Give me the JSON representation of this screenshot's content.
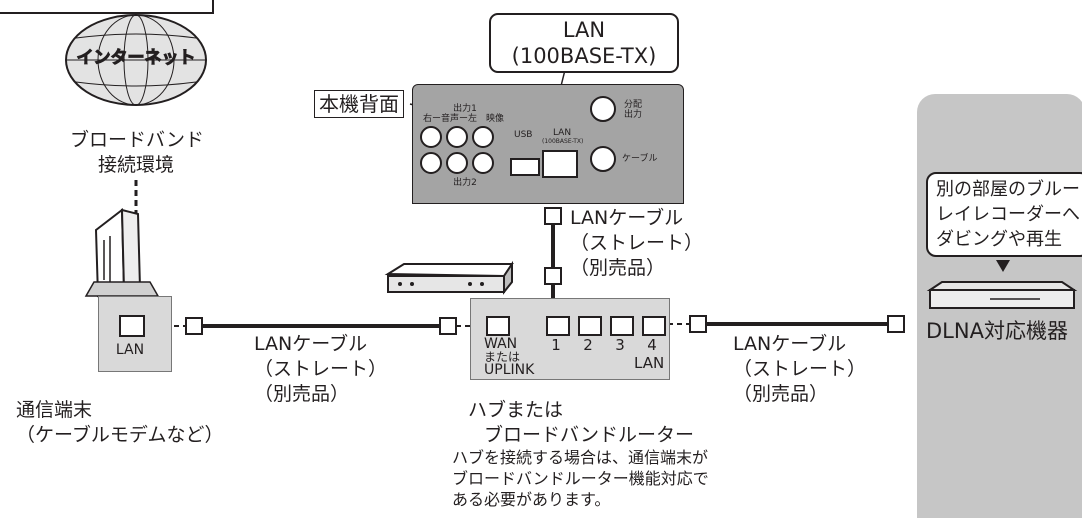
{
  "internet": {
    "label": "インターネット",
    "caption_lines": [
      "ブロードバンド",
      "接続環境"
    ]
  },
  "lan_port_callout": {
    "lines": [
      "LAN",
      "(100BASE-TX)"
    ]
  },
  "rear_panel": {
    "label": "本機背面",
    "output1": "出力1",
    "output2": "出力2",
    "audio_video": "右ー音声ー左　映像",
    "usb": "USB",
    "lan_small": "LAN",
    "lan_small_sub": "(100BASE-TX)",
    "distribution_out": [
      "分配",
      "出力"
    ],
    "cable": "ケーブル"
  },
  "cable_labels": {
    "top": [
      "LANケーブル",
      "（ストレート）",
      "（別売品）"
    ],
    "left": [
      "LANケーブル",
      "（ストレート）",
      "（別売品）"
    ],
    "right": [
      "LANケーブル",
      "（ストレート）",
      "（別売品）"
    ]
  },
  "modem": {
    "port_label": "LAN",
    "caption_lines": [
      "通信端末",
      "（ケーブルモデムなど）"
    ]
  },
  "router": {
    "wan_label": [
      "WAN",
      "または",
      "UPLINK"
    ],
    "port_numbers": [
      "1",
      "2",
      "3",
      "4"
    ],
    "lan_label": "LAN",
    "caption_lines": [
      "ハブまたは",
      "ブロードバンドルーター"
    ],
    "note_lines": [
      "ハブを接続する場合は、通信端末が",
      "ブロードバンドルーター機能対応で",
      "ある必要があります。"
    ]
  },
  "dlna": {
    "speech_lines": [
      "別の部屋のブルー",
      "レイレコーダーへ",
      "ダビングや再生"
    ],
    "device_label": "DLNA対応機器"
  }
}
